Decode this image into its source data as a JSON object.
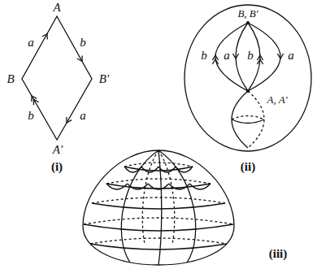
{
  "diagram": {
    "labels": [
      "A",
      "B",
      "B′",
      "A′",
      "a",
      "b",
      "b",
      "a",
      "(i)",
      "B, B′",
      "b",
      "a",
      "b",
      "a",
      "A, A′",
      "(ii)",
      "(iii)"
    ]
  }
}
